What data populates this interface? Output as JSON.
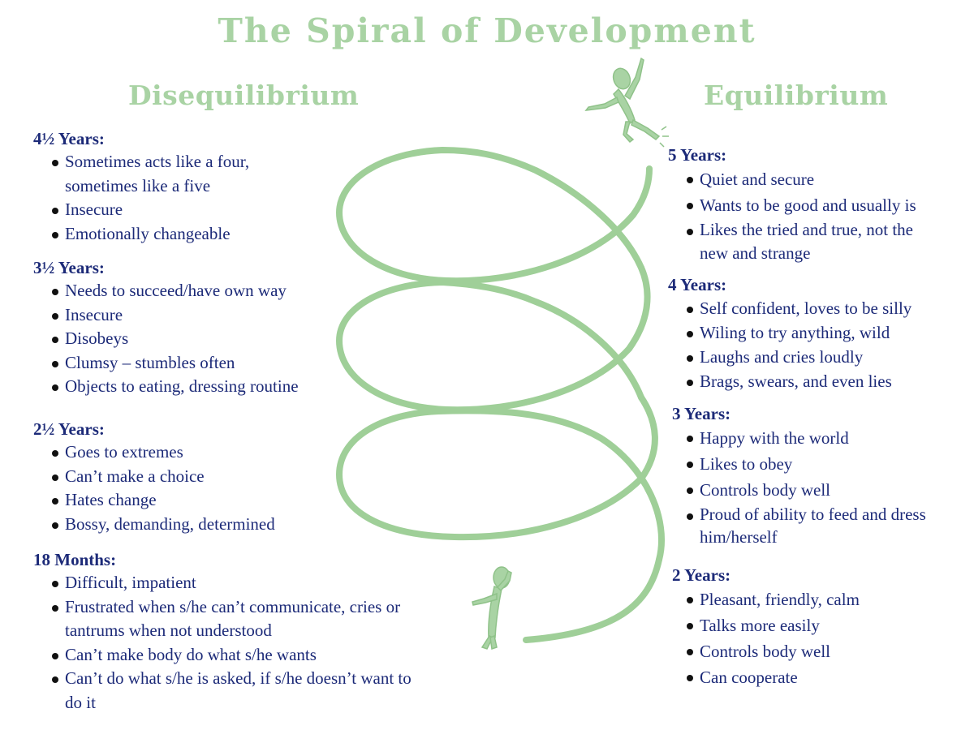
{
  "title": "The Spiral of Development",
  "headings": {
    "disequilibrium": "Disequilibrium",
    "equilibrium": "Equilibrium"
  },
  "disequilibrium": [
    {
      "age": "4½ Years:",
      "items": [
        "Sometimes acts like a four, sometimes like a five",
        "Insecure",
        "Emotionally changeable"
      ]
    },
    {
      "age": "3½ Years:",
      "items": [
        "Needs to succeed/have own way",
        "Insecure",
        "Disobeys",
        "Clumsy – stumbles often",
        "Objects to eating, dressing routine"
      ]
    },
    {
      "age": "2½ Years:",
      "items": [
        "Goes to extremes",
        "Can’t make a choice",
        "Hates change",
        "Bossy, demanding, determined"
      ]
    },
    {
      "age": "18 Months:",
      "items": [
        "Difficult, impatient",
        "Frustrated when s/he can’t communicate, cries or tantrums when not understood",
        "Can’t make body do what s/he wants",
        "Can’t do what s/he is asked, if s/he doesn’t want to do it"
      ]
    }
  ],
  "equilibrium": [
    {
      "age": "5 Years:",
      "items": [
        "Quiet and secure",
        "Wants to be good and usually is",
        "Likes the tried and true, not the new and strange"
      ]
    },
    {
      "age": "4 Years:",
      "items": [
        "Self confident, loves to be silly",
        "Wiling to try anything, wild",
        "Laughs and cries loudly",
        "Brags, swears, and even lies"
      ]
    },
    {
      "age": "3 Years:",
      "items": [
        "Happy with the world",
        "Likes to obey",
        "Controls body well",
        "Proud of ability to feed and dress him/herself"
      ]
    },
    {
      "age": "2 Years:",
      "items": [
        "Pleasant, friendly, calm",
        "Talks more easily",
        "Controls body well",
        "Can cooperate"
      ]
    }
  ],
  "colors": {
    "accent_green": "#a9d3a4",
    "spiral": "#9fcf98",
    "text_navy": "#1c2a78"
  },
  "figures": {
    "top": "leaping-child-figure",
    "bottom": "thinking-child-figure"
  }
}
